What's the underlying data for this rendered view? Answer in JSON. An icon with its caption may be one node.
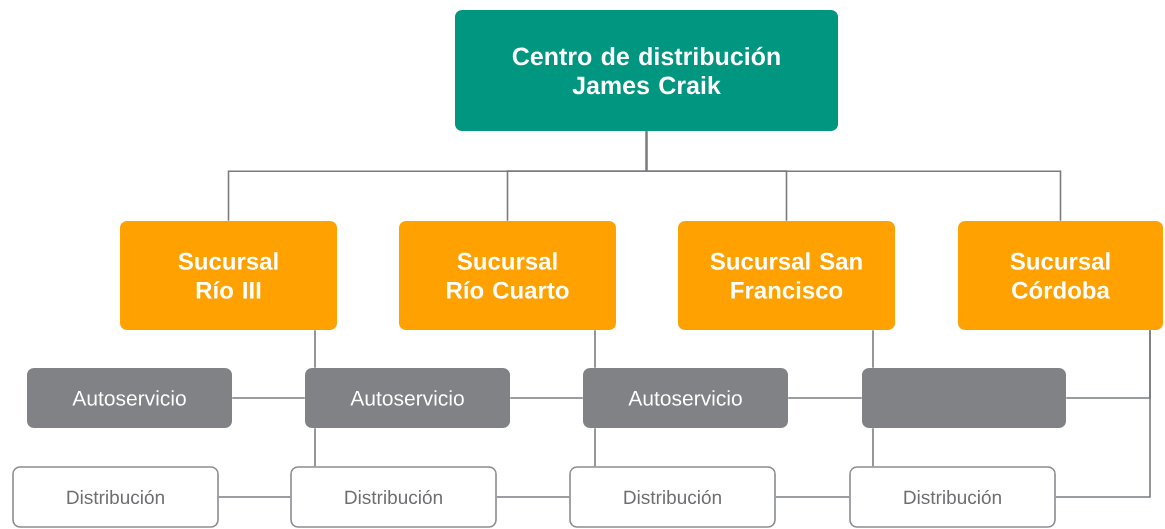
{
  "diagram": {
    "nodes": [
      {
        "text": [
          "Centro de distribución James Craik"
        ]
      },
      {
        "text": [
          "Sucursal Río III"
        ]
      },
      {
        "text": [
          "Sucursal Río Cuarto"
        ]
      },
      {
        "text": [
          "Sucursal San Francisco"
        ]
      },
      {
        "text": [
          "Sucursal Córdoba"
        ]
      },
      {
        "text": [
          "Autoservicio"
        ]
      },
      {
        "text": [
          "Autoservicio"
        ]
      },
      {
        "text": [
          "Autoservicio"
        ]
      },
      {
        "text": [],
        "shape": "box"
      },
      {
        "text": [
          "Distribución"
        ]
      },
      {
        "text": [
          "Distribución"
        ]
      },
      {
        "text": [
          "Distribución"
        ]
      },
      {
        "text": [
          "Distribución"
        ]
      }
    ],
    "edges": [
      {
        "from": 0,
        "to": 1,
        "arrow": "none"
      },
      {
        "from": 0,
        "to": 2,
        "arrow": "none"
      },
      {
        "from": 0,
        "to": 3,
        "arrow": "none"
      },
      {
        "from": 0,
        "to": 4,
        "arrow": "none"
      },
      {
        "from": 1,
        "to": 6,
        "arrow": "none"
      },
      {
        "from": 2,
        "to": 7,
        "arrow": "none"
      },
      {
        "from": 3,
        "to": 8,
        "arrow": "none"
      },
      {
        "from": 4,
        "to": 8,
        "arrow": "none"
      },
      {
        "from": 5,
        "to": 6,
        "arrow": "none"
      },
      {
        "from": 6,
        "to": 7,
        "arrow": "none"
      },
      {
        "from": 7,
        "to": 8,
        "arrow": "none"
      },
      {
        "from": 6,
        "to": 10,
        "arrow": "none"
      },
      {
        "from": 7,
        "to": 11,
        "arrow": "none"
      },
      {
        "from": 8,
        "to": 12,
        "arrow": "none"
      },
      {
        "from": 9,
        "to": 10,
        "arrow": "none"
      },
      {
        "from": 10,
        "to": 11,
        "arrow": "none"
      },
      {
        "from": 11,
        "to": 12,
        "arrow": "none"
      },
      {
        "from": 4,
        "to": 12,
        "arrow": "none"
      }
    ]
  }
}
